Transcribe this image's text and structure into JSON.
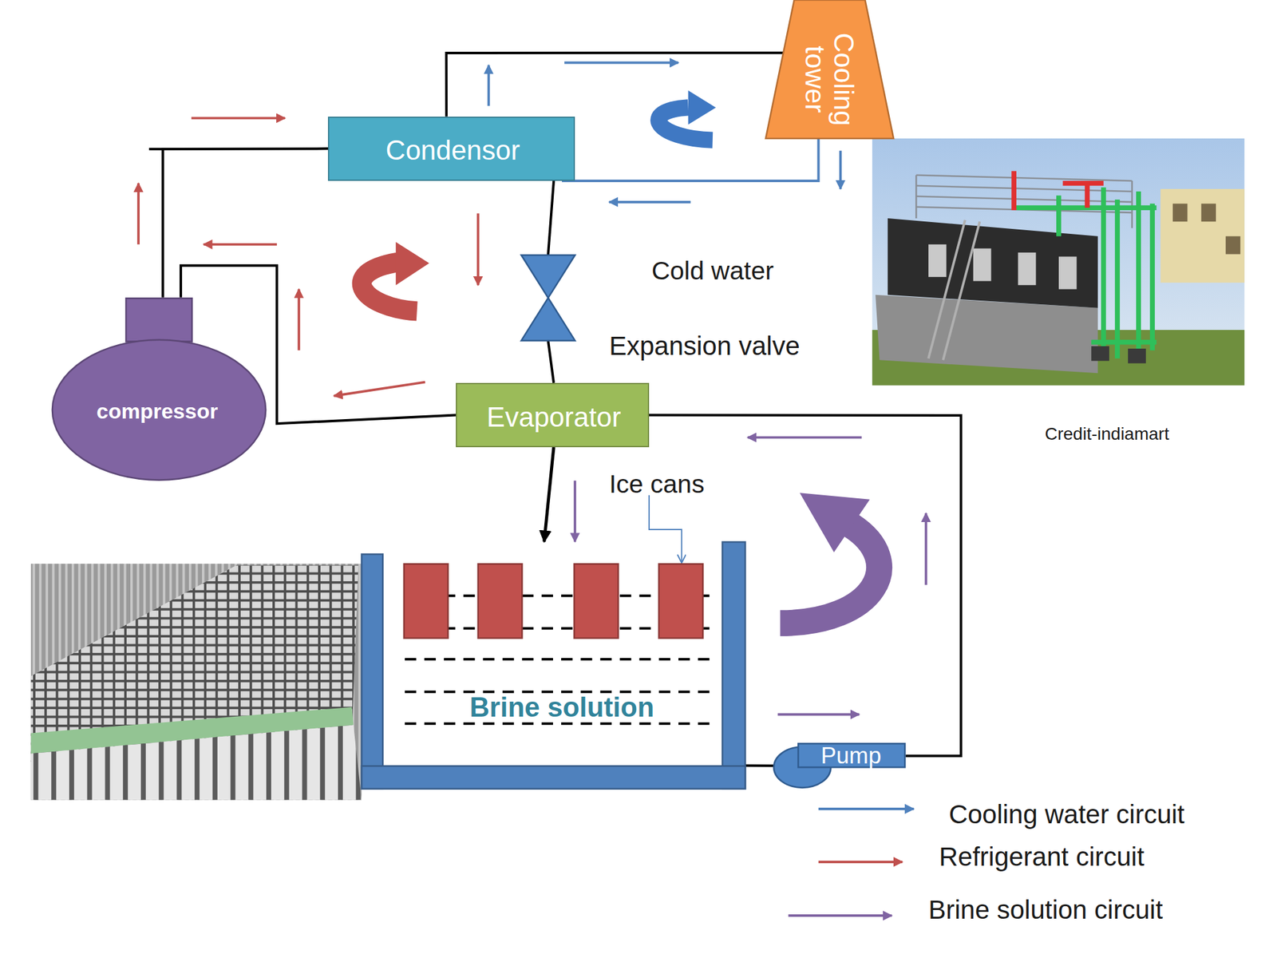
{
  "diagram": {
    "nodes": [
      {
        "text": [
          "Cooling tower"
        ]
      },
      {
        "text": [
          "Condensor"
        ]
      },
      {
        "text": [
          "Expansion valve"
        ]
      },
      {
        "text": [
          "compressor"
        ]
      },
      {
        "text": [
          "Evaporator"
        ]
      },
      {
        "text": [
          "Brine solution"
        ]
      },
      {
        "text": [
          "Pump"
        ]
      }
    ],
    "edges": [
      {
        "from": 3,
        "to": 1,
        "arrow": "none"
      },
      {
        "from": 1,
        "to": 0,
        "arrow": "none"
      },
      {
        "from": 0,
        "to": 1,
        "arrow": "none"
      },
      {
        "from": 1,
        "to": 2,
        "arrow": "none"
      },
      {
        "from": 2,
        "to": 4,
        "arrow": "none"
      },
      {
        "from": 4,
        "to": 3,
        "arrow": "none"
      },
      {
        "from": 4,
        "to": 5,
        "arrow": "to"
      },
      {
        "from": 5,
        "to": 6,
        "arrow": "none"
      },
      {
        "from": 6,
        "to": 4,
        "arrow": "none"
      }
    ],
    "labels": [
      "Cold water",
      "Ice cans",
      "Credit-indiamart"
    ],
    "legend": [
      {
        "text": "Cooling water circuit"
      },
      {
        "text": "Refrigerant circuit"
      },
      {
        "text": "Brine solution circuit"
      }
    ]
  }
}
